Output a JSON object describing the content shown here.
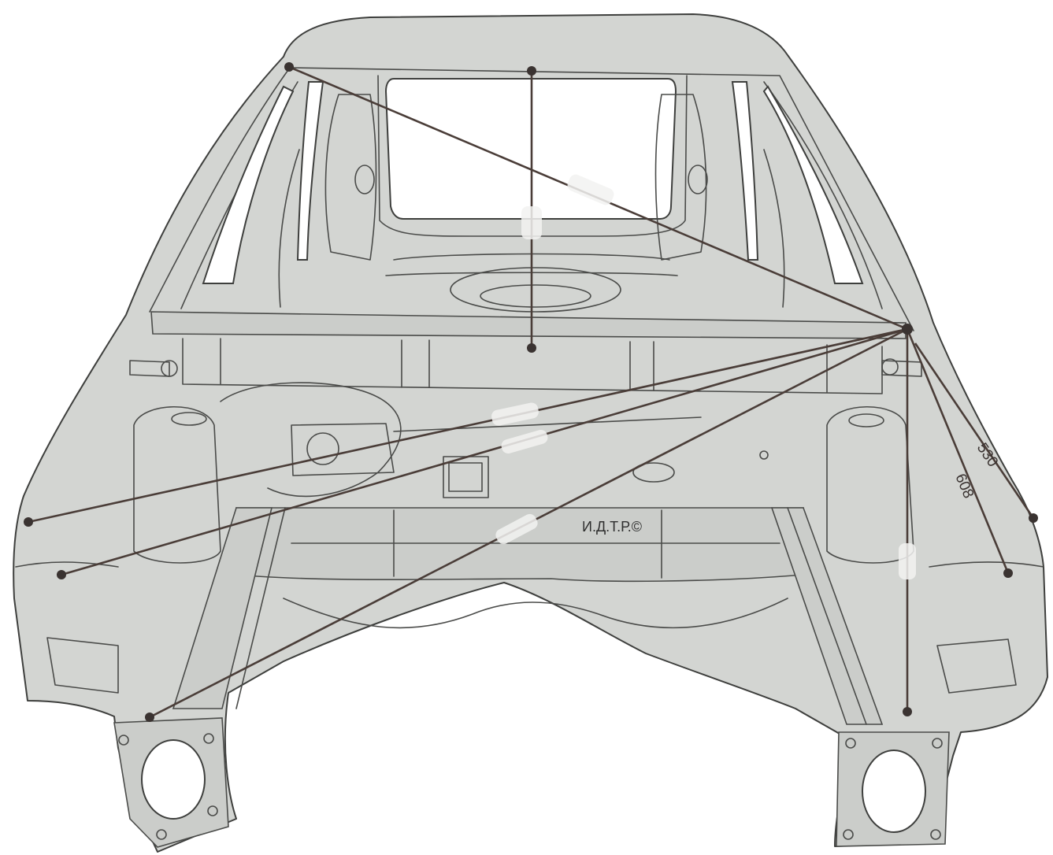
{
  "watermark": "И.Д.Т.Р.©",
  "dimensions": {
    "d530": "530",
    "d608": "608"
  },
  "colors": {
    "body": "#d3d5d2",
    "outline": "#3e3f3d",
    "measure": "#4a3d38",
    "window": "#ffffff"
  }
}
